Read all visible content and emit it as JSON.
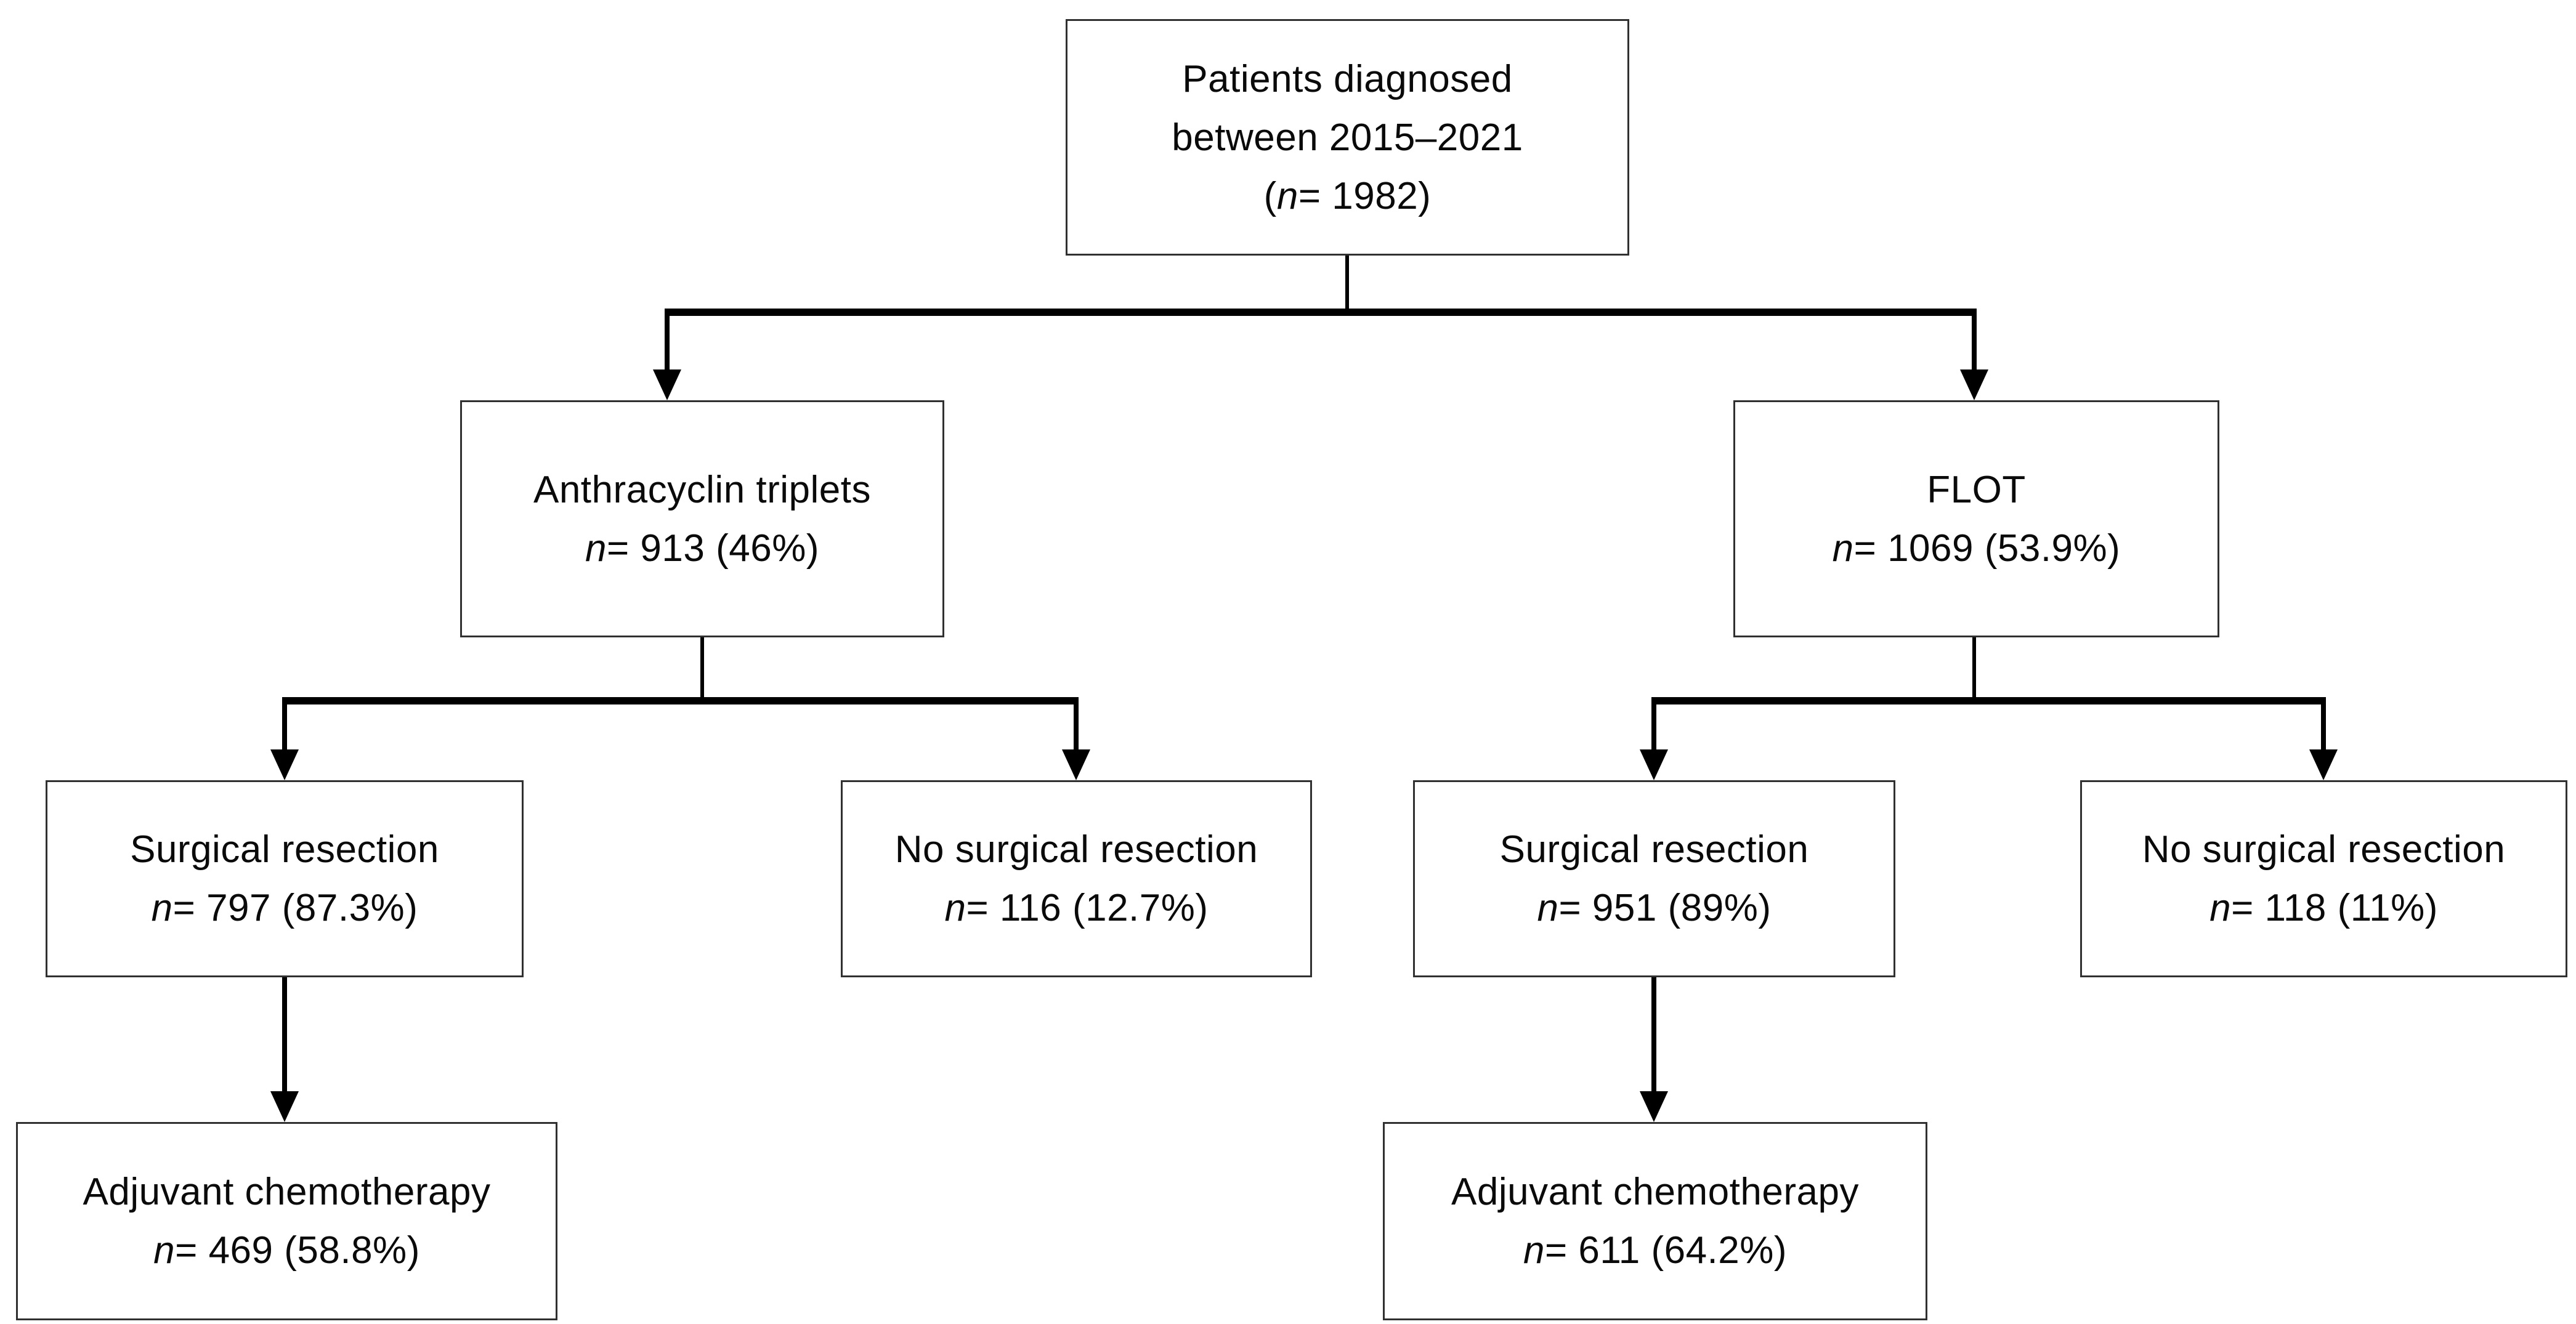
{
  "diagram": {
    "type": "flowchart",
    "description": "Patient treatment flow diagram",
    "colors": {
      "line": "#000000",
      "border": "#303030",
      "text": "#0a0a0a",
      "background": "#ffffff"
    },
    "edges": [
      {
        "from": "root",
        "to": "anthracyclin_triplets"
      },
      {
        "from": "root",
        "to": "flot"
      },
      {
        "from": "anthracyclin_triplets",
        "to": "surgical_resection_left"
      },
      {
        "from": "anthracyclin_triplets",
        "to": "no_surgical_resection_left"
      },
      {
        "from": "flot",
        "to": "surgical_resection_right"
      },
      {
        "from": "flot",
        "to": "no_surgical_resection_right"
      },
      {
        "from": "surgical_resection_left",
        "to": "adjuvant_chemotherapy_left"
      },
      {
        "from": "surgical_resection_right",
        "to": "adjuvant_chemotherapy_right"
      }
    ]
  },
  "nodes": {
    "root": {
      "line1": "Patients diagnosed",
      "line2": "between 2015–2021",
      "stat_pre": "(",
      "stat_n": "n",
      "stat_post": "= 1982)"
    },
    "anthracyclin_triplets": {
      "line1": "Anthracyclin triplets",
      "stat_pre": "",
      "stat_n": "n",
      "stat_post": "= 913 (46%)"
    },
    "flot": {
      "line1": "FLOT",
      "stat_pre": "",
      "stat_n": "n",
      "stat_post": "= 1069 (53.9%)"
    },
    "surgical_resection_left": {
      "line1": "Surgical resection",
      "stat_pre": "",
      "stat_n": "n",
      "stat_post": "= 797 (87.3%)"
    },
    "no_surgical_resection_left": {
      "line1": "No surgical resection",
      "stat_pre": "",
      "stat_n": "n",
      "stat_post": "= 116 (12.7%)"
    },
    "surgical_resection_right": {
      "line1": "Surgical resection",
      "stat_pre": "",
      "stat_n": "n",
      "stat_post": "= 951 (89%)"
    },
    "no_surgical_resection_right": {
      "line1": "No surgical resection",
      "stat_pre": "",
      "stat_n": "n",
      "stat_post": "= 118 (11%)"
    },
    "adjuvant_chemotherapy_left": {
      "line1": "Adjuvant chemotherapy",
      "stat_pre": "",
      "stat_n": "n",
      "stat_post": "= 469 (58.8%)"
    },
    "adjuvant_chemotherapy_right": {
      "line1": "Adjuvant chemotherapy",
      "stat_pre": "",
      "stat_n": "n",
      "stat_post": "= 611 (64.2%)"
    }
  }
}
